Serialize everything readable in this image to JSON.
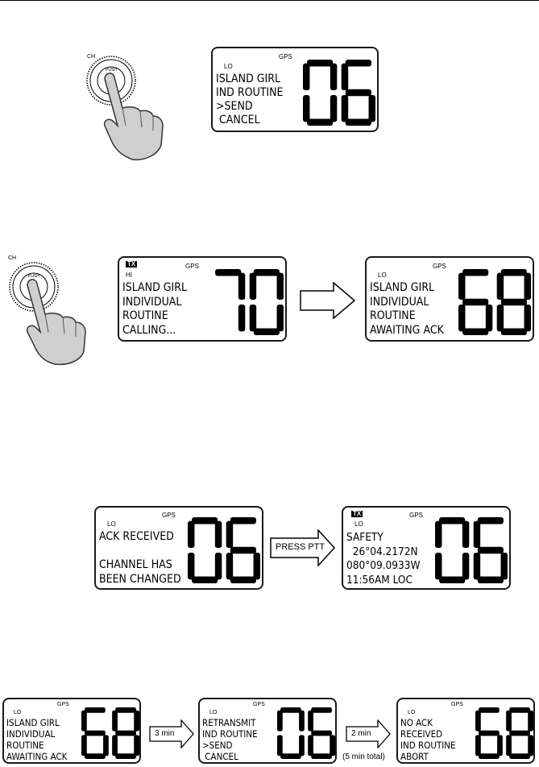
{
  "steps": [
    {
      "id": "step1",
      "knob": {
        "ch_label": "CH",
        "push_label": "PUSH"
      },
      "screens": [
        {
          "gps": "GPS",
          "power": "LO",
          "tx": "",
          "lines": [
            "ISLAND GIRL",
            "IND ROUTINE",
            ">SEND",
            " CANCEL"
          ],
          "channel": "06"
        }
      ]
    },
    {
      "id": "step2",
      "knob": {
        "ch_label": "CH",
        "push_label": "PUSH"
      },
      "screens": [
        {
          "gps": "GPS",
          "power": "HI",
          "tx": "TX",
          "lines": [
            "ISLAND GIRL",
            "INDIVIDUAL",
            "ROUTINE",
            "CALLING..."
          ],
          "channel": "70"
        },
        {
          "gps": "GPS",
          "power": "LO",
          "tx": "",
          "lines": [
            "ISLAND GIRL",
            "INDIVIDUAL",
            "ROUTINE",
            "AWAITING ACK"
          ],
          "channel": "68"
        }
      ],
      "arrows": [
        ""
      ]
    },
    {
      "id": "step3",
      "screens": [
        {
          "gps": "GPS",
          "power": "LO",
          "tx": "",
          "lines": [
            "ACK RECEIVED",
            "",
            "CHANNEL HAS",
            "BEEN CHANGED"
          ],
          "channel": "06"
        },
        {
          "gps": "GPS",
          "power": "LO",
          "tx": "TX",
          "lines": [
            "SAFETY",
            "  26°04.2172N",
            "080°09.0933W",
            "11:56AM LOC"
          ],
          "channel": "06"
        }
      ],
      "arrows": [
        "PRESS PTT"
      ]
    },
    {
      "id": "step4",
      "screens": [
        {
          "gps": "GPS",
          "power": "LO",
          "tx": "",
          "lines": [
            "ISLAND GIRL",
            "INDIVIDUAL",
            "ROUTINE",
            "AWAITING ACK"
          ],
          "channel": "68"
        },
        {
          "gps": "GPS",
          "power": "LO",
          "tx": "",
          "lines": [
            "RETRANSMIT",
            "IND ROUTINE",
            ">SEND",
            " CANCEL"
          ],
          "channel": "06"
        },
        {
          "gps": "GPS",
          "power": "LO",
          "tx": "",
          "lines": [
            "NO ACK",
            "RECEIVED",
            "IND ROUTINE",
            "ABORT"
          ],
          "channel": "68"
        }
      ],
      "arrows": [
        "3 min",
        "2 min"
      ],
      "note": "(5 min total)"
    }
  ]
}
